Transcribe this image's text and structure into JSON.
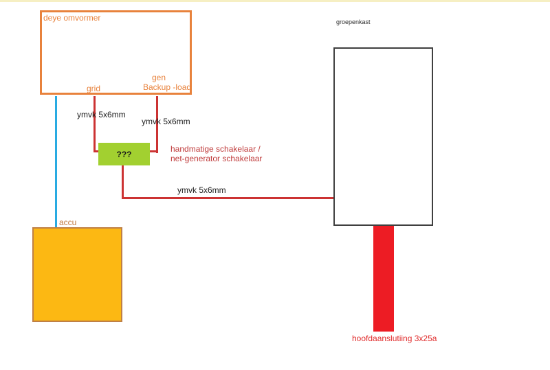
{
  "colors": {
    "orange": "#e8823c",
    "blue-cable": "#29abe2",
    "red-cable": "#cc3333",
    "red-text": "#bf3a3a",
    "green-switch": "#a2d030",
    "battery-fill": "#fcb813",
    "battery-border": "#bf8045",
    "accu-text": "#c0763c",
    "panel-border": "#3f3f3f",
    "main-red": "#ed1c24",
    "main-text": "#e02b2b",
    "label-dark": "#1f1f1f",
    "top-strip": "#f6efc3"
  },
  "inverter": {
    "title": "deye omvormer",
    "port_grid": "grid",
    "port_gen": "gen",
    "port_backup": "Backup -load"
  },
  "battery": {
    "label": "accu"
  },
  "transfer_switch": {
    "label": "???",
    "note_line1": "handmatige schakelaar /",
    "note_line2": "net-generator schakelaar"
  },
  "panel": {
    "label": "groepenkast"
  },
  "cables": {
    "grid_cable_label": "ymvk 5x6mm",
    "gen_cable_label": "ymvk 5x6mm",
    "panel_cable_label": "ymvk 5x6mm"
  },
  "main_connection": {
    "label": "hoofdaanslutiing 3x25a"
  }
}
